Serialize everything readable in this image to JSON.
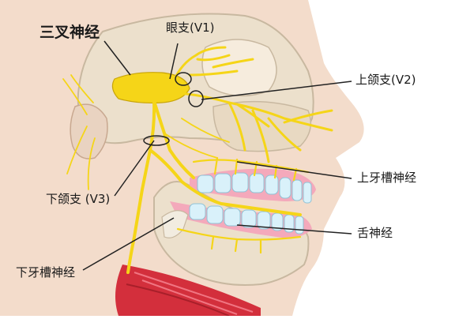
{
  "figure": {
    "title": "三叉神经",
    "labels": {
      "v1": "眼支(V1)",
      "v2": "上颌支(V2)",
      "v3": "下颌支 (V3)",
      "upper_alveolar": "上牙槽神经",
      "lingual": "舌神经",
      "lower_alveolar": "下牙槽神经"
    }
  },
  "colors": {
    "skin": "#f3dccb",
    "bone": "#ece0cc",
    "nerve": "#f5d518",
    "nerve_outline": "#c9a50a",
    "gum": "#f4a9bb",
    "tooth": "#d9f1fa",
    "muscle": "#d32f3c",
    "callout": "#222222"
  }
}
